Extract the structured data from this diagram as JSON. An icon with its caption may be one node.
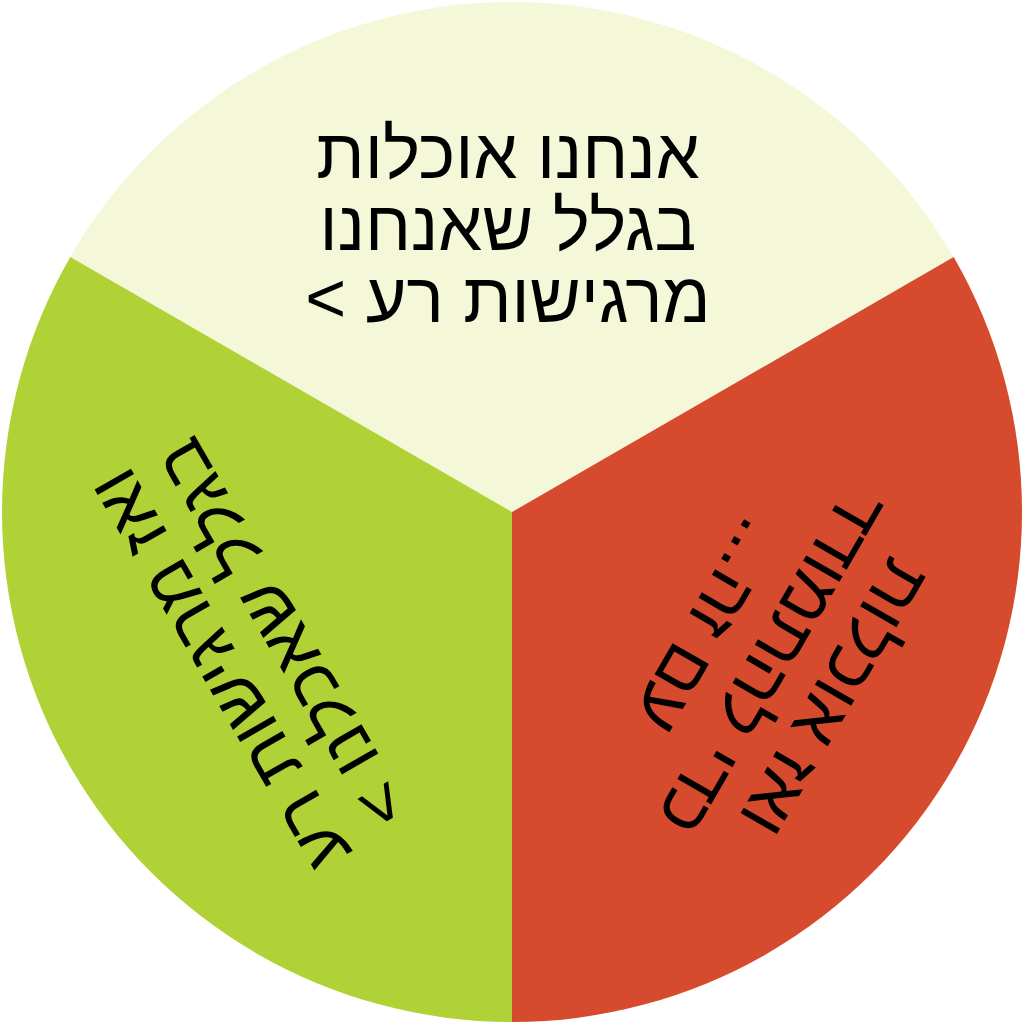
{
  "diagram": {
    "nodes": [
      {
        "text": [
          "אנחנו אוכלות בגלל שאנחנו מרגישות רע >"
        ]
      },
      {
        "text": [
          "ואז מרגישות רע בגלל שאכלנו >"
        ]
      },
      {
        "text": [
          "ואז אוכלות כדי להתמודד עם זה..."
        ]
      }
    ]
  }
}
